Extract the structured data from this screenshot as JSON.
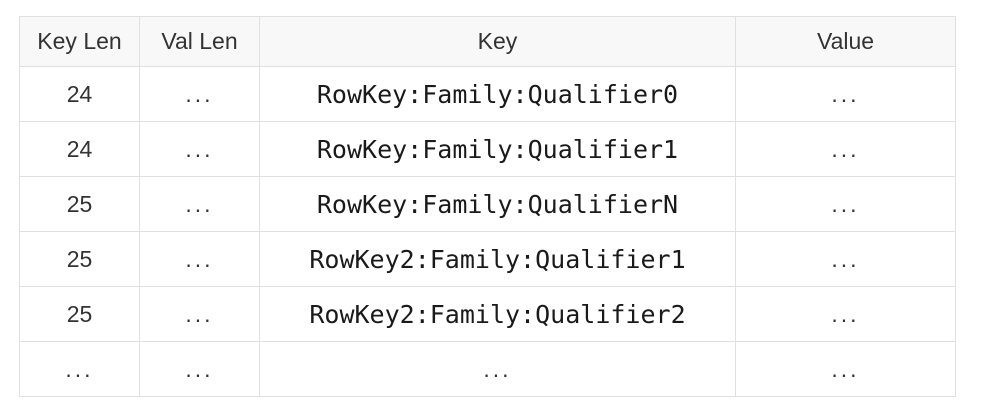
{
  "table": {
    "columns": [
      "Key Len",
      "Val Len",
      "Key",
      "Value"
    ],
    "rows": [
      [
        "24",
        "...",
        "RowKey:Family:Qualifier0",
        "..."
      ],
      [
        "24",
        "...",
        "RowKey:Family:Qualifier1",
        "..."
      ],
      [
        "25",
        "...",
        "RowKey:Family:QualifierN",
        "..."
      ],
      [
        "25",
        "...",
        "RowKey2:Family:Qualifier1",
        "..."
      ],
      [
        "25",
        "...",
        "RowKey2:Family:Qualifier2",
        "..."
      ],
      [
        "...",
        "...",
        "...",
        "..."
      ]
    ],
    "colors": {
      "header_background": "#f8f8f8",
      "border": "#e0e0e0",
      "text": "#333333",
      "key_text": "#1a1a1a"
    }
  }
}
